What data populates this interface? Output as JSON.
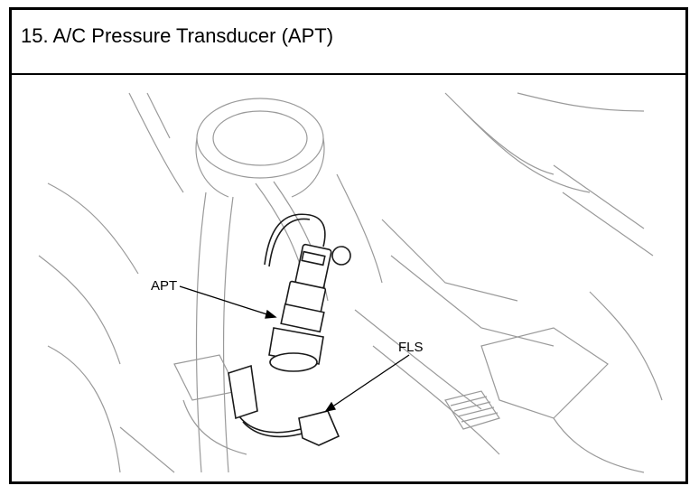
{
  "procedure": {
    "step_title": "15. A/C Pressure Transducer (APT)"
  },
  "diagram": {
    "callouts": {
      "apt": "APT",
      "fls": "FLS"
    }
  }
}
